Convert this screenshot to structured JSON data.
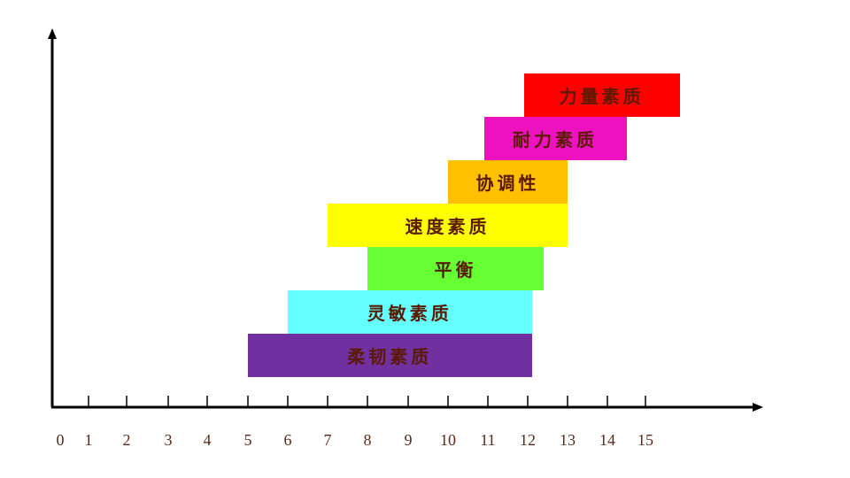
{
  "chart_data": {
    "type": "bar",
    "orientation": "horizontal-range",
    "title": "",
    "xlabel": "",
    "ylabel": "",
    "xticks": [
      "0",
      "1",
      "2",
      "3",
      "4",
      "5",
      "6",
      "7",
      "8",
      "9",
      "10",
      "11",
      "12",
      "13",
      "14",
      "15"
    ],
    "xlim": [
      0,
      17
    ],
    "grid": false,
    "legend": null,
    "series": [
      {
        "name": "力量素质",
        "start": 11.9,
        "end": 15.9,
        "color": "#ff0000"
      },
      {
        "name": "耐力素质",
        "start": 10.9,
        "end": 14.5,
        "color": "#ee11c0"
      },
      {
        "name": "协调性",
        "start": 10.0,
        "end": 13.0,
        "color": "#ffc000"
      },
      {
        "name": "速度素质",
        "start": 7.0,
        "end": 13.0,
        "color": "#ffff00"
      },
      {
        "name": "平衡",
        "start": 8.0,
        "end": 12.4,
        "color": "#66ff33"
      },
      {
        "name": "灵敏素质",
        "start": 6.0,
        "end": 12.1,
        "color": "#66ffff"
      },
      {
        "name": "柔韧素质",
        "start": 5.0,
        "end": 12.1,
        "color": "#7030a0"
      }
    ]
  },
  "axis": {
    "tick_positions": [
      59,
      100,
      143,
      190,
      234,
      280,
      325,
      370,
      415,
      461,
      506,
      551,
      596,
      641,
      686,
      729
    ],
    "label_color": "#5a2a1a",
    "text_color": "#5a1a00"
  }
}
